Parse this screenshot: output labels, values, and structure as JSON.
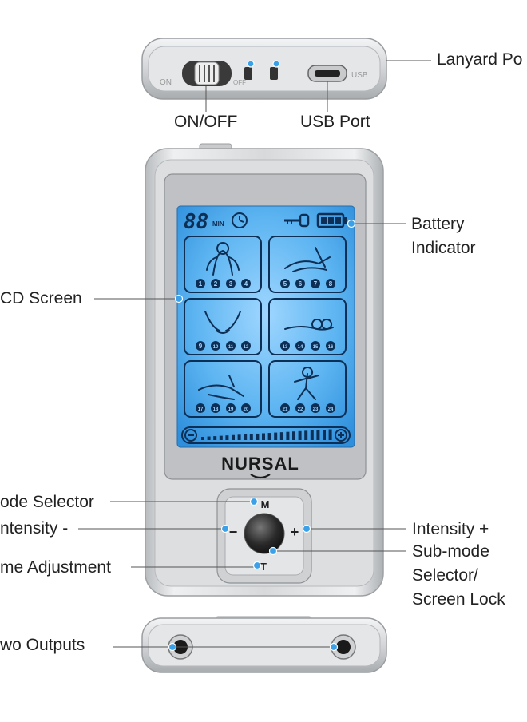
{
  "labels": {
    "lanyard_port": "Lanyard Po",
    "on_off": "ON/OFF",
    "usb_port": "USB Port",
    "battery_indicator_line1": "Battery",
    "battery_indicator_line2": "Indicator",
    "lcd_screen": "CD Screen",
    "mode_selector": "ode Selector",
    "intensity_minus": "ntensity -",
    "time_adjustment": "me Adjustment",
    "intensity_plus": "Intensity +",
    "submode_line1": "Sub-mode",
    "submode_line2": "Selector/",
    "submode_line3": "Screen Lock",
    "two_outputs": "wo Outputs"
  },
  "device_top": {
    "on_text": "ON",
    "off_text": "OFF",
    "usb_text": "USB"
  },
  "lcd": {
    "timer_digits": "88",
    "timer_unit": "MIN",
    "modes": [
      {
        "numbers": [
          "1",
          "2",
          "3",
          "4"
        ]
      },
      {
        "numbers": [
          "5",
          "6",
          "7",
          "8"
        ]
      },
      {
        "numbers": [
          "9",
          "10",
          "11",
          "12"
        ]
      },
      {
        "numbers": [
          "13",
          "14",
          "15",
          "16"
        ]
      },
      {
        "numbers": [
          "17",
          "18",
          "19",
          "20"
        ]
      },
      {
        "numbers": [
          "21",
          "22",
          "23",
          "24"
        ]
      }
    ]
  },
  "brand": "NURSAL",
  "buttons": {
    "mode": "M",
    "minus": "−",
    "plus": "+",
    "time": "T"
  },
  "colors": {
    "lcd_blue": "#3aa0e8",
    "lcd_dark": "#0d2f55",
    "body_silver": "#d6d8da"
  }
}
